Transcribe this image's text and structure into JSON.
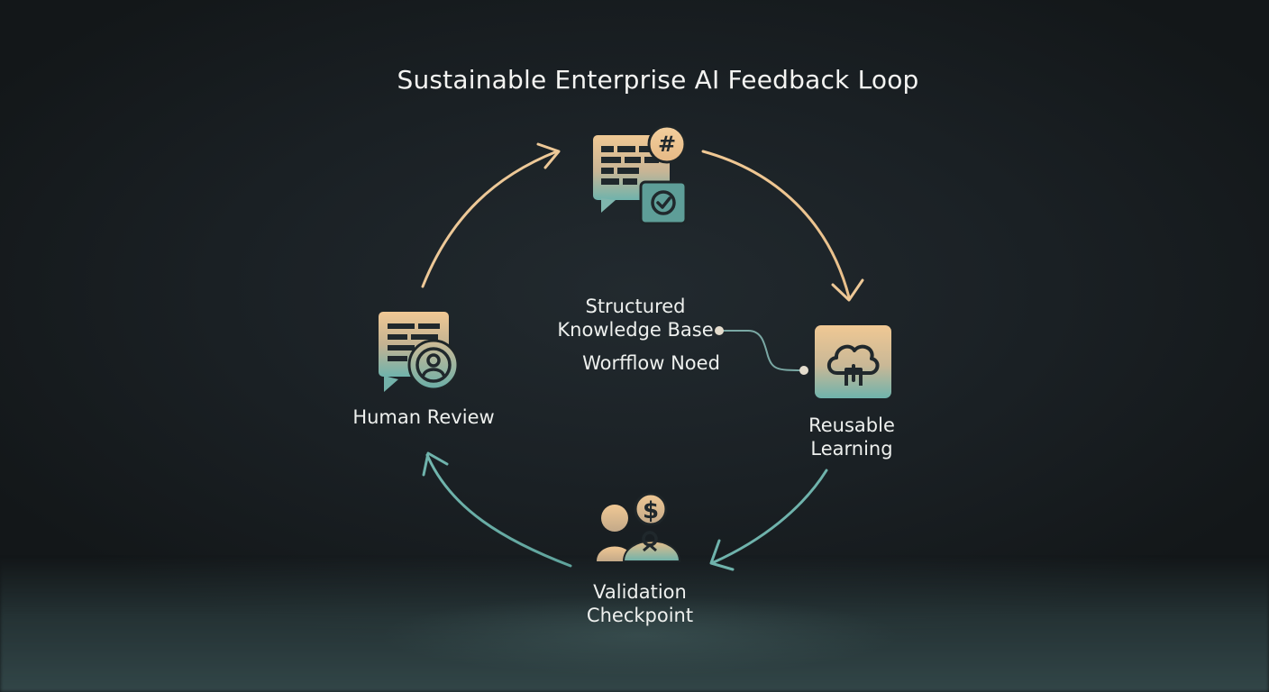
{
  "title": "Sustainable Enterprise AI Feedback Loop",
  "nodes": {
    "human_review": {
      "label": "Human Review",
      "icon": "review-table-user-icon"
    },
    "reusable_learning": {
      "label_line1": "Reusable",
      "label_line2": "Learning",
      "icon": "cloud-upload-icon"
    },
    "validation_checkpoint": {
      "label_line1": "Validation",
      "label_line2": "Checkpoint",
      "icon": "people-dollar-icon"
    },
    "knowledge_base": {
      "icon": "table-hash-check-icon"
    }
  },
  "center": {
    "line1": "Structured",
    "line2": "Knowledge Base",
    "line3": "Worfflow Noed"
  },
  "colors": {
    "warm": "#f0c894",
    "teal": "#6fb3ac",
    "background": "#1a2024"
  }
}
